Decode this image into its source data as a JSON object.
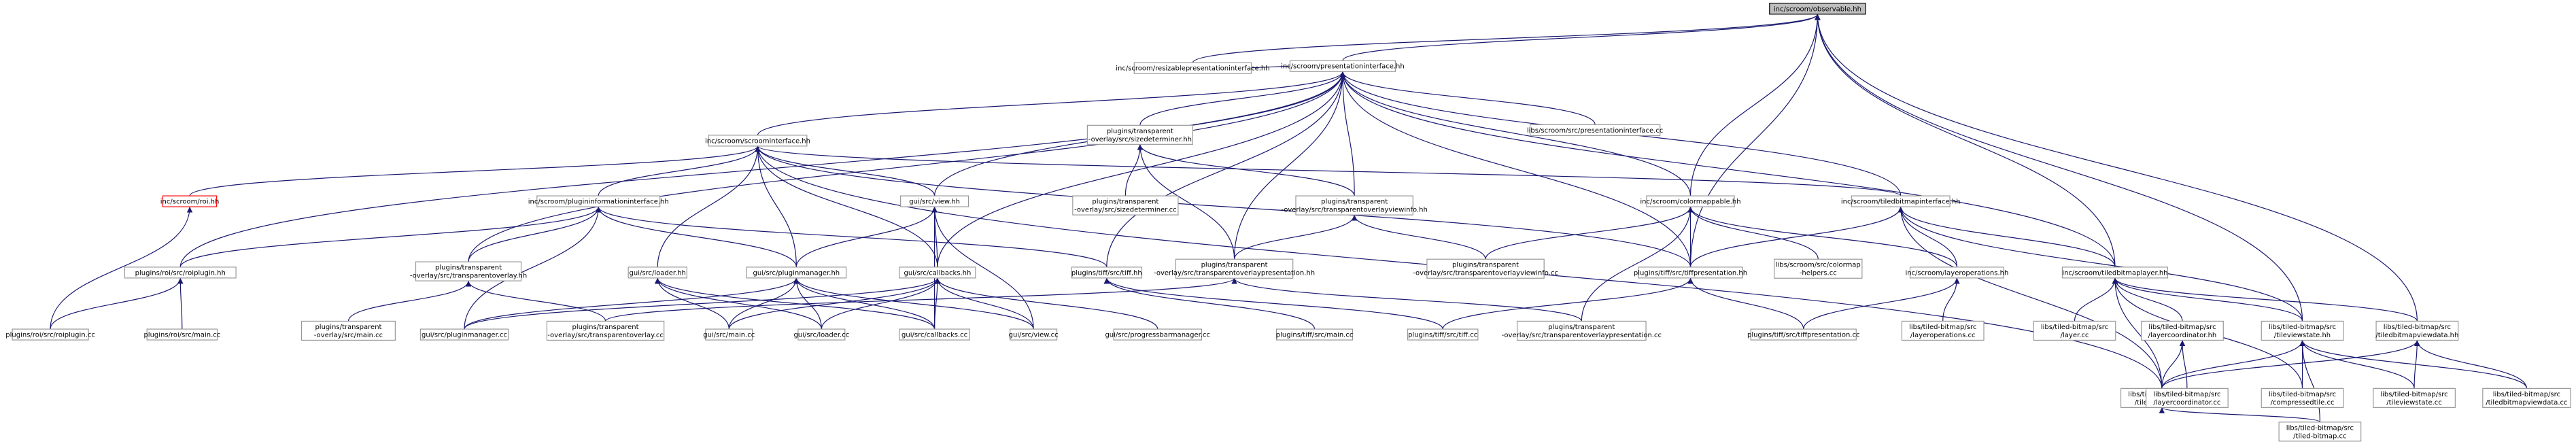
{
  "title": "inc/scroom/observable.hh",
  "colors": {
    "edge": "#191970",
    "node_border": "#999999",
    "root_fill": "#bfbfbf",
    "missing_border": "#ff0000"
  },
  "nodes": [
    {
      "id": "observable",
      "label": [
        "inc/scroom/observable.hh"
      ],
      "kind": "root"
    },
    {
      "id": "resizable",
      "label": [
        "inc/scroom/resizablepresentationinterface.hh"
      ]
    },
    {
      "id": "presentationinterface",
      "label": [
        "inc/scroom/presentationinterface.hh"
      ]
    },
    {
      "id": "scroominterface",
      "label": [
        "inc/scroom/scroominterface.hh"
      ]
    },
    {
      "id": "sizedeterminer",
      "label": [
        "plugins/transparent",
        "-overlay/src/sizedeterminer.hh"
      ]
    },
    {
      "id": "libs_pi_cc",
      "label": [
        "libs/scroom/src/presentationinterface.cc"
      ]
    },
    {
      "id": "roi",
      "label": [
        "inc/scroom/roi.hh"
      ],
      "kind": "red"
    },
    {
      "id": "plugininfo",
      "label": [
        "inc/scroom/plugininformationinterface.hh"
      ]
    },
    {
      "id": "view_hh",
      "label": [
        "gui/src/view.hh"
      ]
    },
    {
      "id": "sizedeterminer_cc",
      "label": [
        "plugins/transparent",
        "-overlay/src/sizedeterminer.cc"
      ]
    },
    {
      "id": "tovi_hh",
      "label": [
        "plugins/transparent",
        "-overlay/src/transparentoverlayviewinfo.hh"
      ]
    },
    {
      "id": "colormappable",
      "label": [
        "inc/scroom/colormappable.hh"
      ]
    },
    {
      "id": "tiledbitmapinterface",
      "label": [
        "inc/scroom/tiledbitmapinterface.hh"
      ]
    },
    {
      "id": "roiplugin_hh",
      "label": [
        "plugins/roi/src/roiplugin.hh"
      ]
    },
    {
      "id": "to_hh",
      "label": [
        "plugins/transparent",
        "-overlay/src/transparentoverlay.hh"
      ]
    },
    {
      "id": "loader_hh",
      "label": [
        "gui/src/loader.hh"
      ]
    },
    {
      "id": "pluginmanager_hh",
      "label": [
        "gui/src/pluginmanager.hh"
      ]
    },
    {
      "id": "callbacks_hh",
      "label": [
        "gui/src/callbacks.hh"
      ]
    },
    {
      "id": "tiff_hh",
      "label": [
        "plugins/tiff/src/tiff.hh"
      ]
    },
    {
      "id": "top_hh",
      "label": [
        "plugins/transparent",
        "-overlay/src/transparentoverlaypresentation.hh"
      ]
    },
    {
      "id": "tovi_cc",
      "label": [
        "plugins/transparent",
        "-overlay/src/transparentoverlayviewinfo.cc"
      ]
    },
    {
      "id": "tiffpres_hh",
      "label": [
        "plugins/tiff/src/tiffpresentation.hh"
      ]
    },
    {
      "id": "colormap_helpers",
      "label": [
        "libs/scroom/src/colormap",
        "-helpers.cc"
      ]
    },
    {
      "id": "layeroperations_hh",
      "label": [
        "inc/scroom/layeroperations.hh"
      ]
    },
    {
      "id": "tiledbitmaplayer",
      "label": [
        "inc/scroom/tiledbitmaplayer.hh"
      ]
    },
    {
      "id": "roiplugin_cc",
      "label": [
        "plugins/roi/src/roiplugin.cc"
      ]
    },
    {
      "id": "roi_main_cc",
      "label": [
        "plugins/roi/src/main.cc"
      ]
    },
    {
      "id": "to_main_cc",
      "label": [
        "plugins/transparent",
        "-overlay/src/main.cc"
      ]
    },
    {
      "id": "pluginmanager_cc",
      "label": [
        "gui/src/pluginmanager.cc"
      ]
    },
    {
      "id": "to_cc",
      "label": [
        "plugins/transparent",
        "-overlay/src/transparentoverlay.cc"
      ]
    },
    {
      "id": "gui_main_cc",
      "label": [
        "gui/src/main.cc"
      ]
    },
    {
      "id": "loader_cc",
      "label": [
        "gui/src/loader.cc"
      ]
    },
    {
      "id": "callbacks_cc",
      "label": [
        "gui/src/callbacks.cc"
      ]
    },
    {
      "id": "view_cc",
      "label": [
        "gui/src/view.cc"
      ]
    },
    {
      "id": "progressbar_cc",
      "label": [
        "gui/src/progressbarmanager.cc"
      ]
    },
    {
      "id": "tiff_main_cc",
      "label": [
        "plugins/tiff/src/main.cc"
      ]
    },
    {
      "id": "tiff_cc",
      "label": [
        "plugins/tiff/src/tiff.cc"
      ]
    },
    {
      "id": "top_cc",
      "label": [
        "plugins/transparent",
        "-overlay/src/transparentoverlaypresentation.cc"
      ]
    },
    {
      "id": "tiffpres_cc",
      "label": [
        "plugins/tiff/src/tiffpresentation.cc"
      ]
    },
    {
      "id": "layeroperations_cc",
      "label": [
        "libs/tiled-bitmap/src",
        "/layeroperations.cc"
      ]
    },
    {
      "id": "layer_cc",
      "label": [
        "libs/tiled-bitmap/src",
        "/layer.cc"
      ]
    },
    {
      "id": "layercoordinator_hh",
      "label": [
        "libs/tiled-bitmap/src",
        "/layercoordinator.hh"
      ]
    },
    {
      "id": "tileviewstate_hh",
      "label": [
        "libs/tiled-bitmap/src",
        "/tileviewstate.hh"
      ]
    },
    {
      "id": "tiledbitmapviewdata_hh",
      "label": [
        "libs/tiled-bitmap/src",
        "/tiledbitmapviewdata.hh"
      ]
    },
    {
      "id": "tiledbitmap_hh",
      "label": [
        "libs/tiled-bitmap/src",
        "/tiled-bitmap.hh"
      ]
    },
    {
      "id": "layercoordinator_cc",
      "label": [
        "libs/tiled-bitmap/src",
        "/layercoordinator.cc"
      ]
    },
    {
      "id": "compressedtile_cc",
      "label": [
        "libs/tiled-bitmap/src",
        "/compressedtile.cc"
      ]
    },
    {
      "id": "tileviewstate_cc",
      "label": [
        "libs/tiled-bitmap/src",
        "/tileviewstate.cc"
      ]
    },
    {
      "id": "tiledbitmapviewdata_cc",
      "label": [
        "libs/tiled-bitmap/src",
        "/tiledbitmapviewdata.cc"
      ]
    },
    {
      "id": "tiledbitmap_cc",
      "label": [
        "libs/tiled-bitmap/src",
        "/tiled-bitmap.cc"
      ]
    }
  ],
  "edges": [
    [
      "observable",
      "resizable"
    ],
    [
      "observable",
      "presentationinterface"
    ],
    [
      "observable",
      "colormappable"
    ],
    [
      "observable",
      "tiffpres_hh"
    ],
    [
      "observable",
      "tiledbitmaplayer"
    ],
    [
      "observable",
      "tileviewstate_hh"
    ],
    [
      "observable",
      "tiledbitmapviewdata_hh"
    ],
    [
      "resizable",
      "presentationinterface"
    ],
    [
      "presentationinterface",
      "scroominterface"
    ],
    [
      "presentationinterface",
      "sizedeterminer"
    ],
    [
      "presentationinterface",
      "libs_pi_cc"
    ],
    [
      "presentationinterface",
      "view_hh"
    ],
    [
      "presentationinterface",
      "tovi_hh"
    ],
    [
      "presentationinterface",
      "colormappable"
    ],
    [
      "presentationinterface",
      "tiledbitmapinterface"
    ],
    [
      "presentationinterface",
      "roiplugin_hh"
    ],
    [
      "presentationinterface",
      "to_hh"
    ],
    [
      "presentationinterface",
      "callbacks_hh"
    ],
    [
      "presentationinterface",
      "tiff_hh"
    ],
    [
      "presentationinterface",
      "top_hh"
    ],
    [
      "presentationinterface",
      "tiffpres_hh"
    ],
    [
      "presentationinterface",
      "tiledbitmaplayer"
    ],
    [
      "scroominterface",
      "roi"
    ],
    [
      "scroominterface",
      "plugininfo"
    ],
    [
      "scroominterface",
      "view_hh"
    ],
    [
      "scroominterface",
      "loader_hh"
    ],
    [
      "scroominterface",
      "pluginmanager_hh"
    ],
    [
      "scroominterface",
      "callbacks_hh"
    ],
    [
      "scroominterface",
      "tiledbitmapinterface"
    ],
    [
      "scroominterface",
      "tiffpres_hh"
    ],
    [
      "scroominterface",
      "tiledbitmap_hh"
    ],
    [
      "sizedeterminer",
      "sizedeterminer_cc"
    ],
    [
      "sizedeterminer",
      "tovi_hh"
    ],
    [
      "sizedeterminer",
      "top_hh"
    ],
    [
      "roi",
      "roiplugin_cc"
    ],
    [
      "plugininfo",
      "roiplugin_hh"
    ],
    [
      "plugininfo",
      "to_hh"
    ],
    [
      "plugininfo",
      "pluginmanager_hh"
    ],
    [
      "plugininfo",
      "tiff_hh"
    ],
    [
      "plugininfo",
      "pluginmanager_cc"
    ],
    [
      "view_hh",
      "pluginmanager_hh"
    ],
    [
      "view_hh",
      "callbacks_hh"
    ],
    [
      "view_hh",
      "view_cc"
    ],
    [
      "view_hh",
      "callbacks_cc"
    ],
    [
      "tovi_hh",
      "top_hh"
    ],
    [
      "tovi_hh",
      "tovi_cc"
    ],
    [
      "colormappable",
      "tovi_cc"
    ],
    [
      "colormappable",
      "tiffpres_hh"
    ],
    [
      "colormappable",
      "colormap_helpers"
    ],
    [
      "colormappable",
      "layeroperations_hh"
    ],
    [
      "colormappable",
      "top_cc"
    ],
    [
      "tiledbitmapinterface",
      "tiffpres_hh"
    ],
    [
      "tiledbitmapinterface",
      "layeroperations_hh"
    ],
    [
      "tiledbitmapinterface",
      "tiledbitmaplayer"
    ],
    [
      "tiledbitmapinterface",
      "tiledbitmap_hh"
    ],
    [
      "tiledbitmapinterface",
      "tileviewstate_hh"
    ],
    [
      "roiplugin_hh",
      "roiplugin_cc"
    ],
    [
      "roiplugin_hh",
      "roi_main_cc"
    ],
    [
      "to_hh",
      "to_main_cc"
    ],
    [
      "to_hh",
      "to_cc"
    ],
    [
      "loader_hh",
      "gui_main_cc"
    ],
    [
      "loader_hh",
      "loader_cc"
    ],
    [
      "loader_hh",
      "callbacks_cc"
    ],
    [
      "pluginmanager_hh",
      "pluginmanager_cc"
    ],
    [
      "pluginmanager_hh",
      "gui_main_cc"
    ],
    [
      "pluginmanager_hh",
      "loader_cc"
    ],
    [
      "pluginmanager_hh",
      "callbacks_cc"
    ],
    [
      "pluginmanager_hh",
      "view_cc"
    ],
    [
      "callbacks_hh",
      "pluginmanager_cc"
    ],
    [
      "callbacks_hh",
      "gui_main_cc"
    ],
    [
      "callbacks_hh",
      "loader_cc"
    ],
    [
      "callbacks_hh",
      "callbacks_cc"
    ],
    [
      "callbacks_hh",
      "view_cc"
    ],
    [
      "callbacks_hh",
      "progressbar_cc"
    ],
    [
      "tiff_hh",
      "tiff_main_cc"
    ],
    [
      "tiff_hh",
      "tiff_cc"
    ],
    [
      "top_hh",
      "to_cc"
    ],
    [
      "top_hh",
      "top_cc"
    ],
    [
      "tiffpres_hh",
      "tiff_cc"
    ],
    [
      "tiffpres_hh",
      "tiffpres_cc"
    ],
    [
      "layeroperations_hh",
      "tiffpres_cc"
    ],
    [
      "layeroperations_hh",
      "layeroperations_cc"
    ],
    [
      "tiledbitmaplayer",
      "layer_cc"
    ],
    [
      "tiledbitmaplayer",
      "layercoordinator_hh"
    ],
    [
      "tiledbitmaplayer",
      "tileviewstate_hh"
    ],
    [
      "tiledbitmaplayer",
      "tiledbitmapviewdata_hh"
    ],
    [
      "tiledbitmaplayer",
      "tiledbitmap_hh"
    ],
    [
      "tiledbitmaplayer",
      "compressedtile_cc"
    ],
    [
      "layercoordinator_hh",
      "tiledbitmap_hh"
    ],
    [
      "layercoordinator_hh",
      "layercoordinator_cc"
    ],
    [
      "tileviewstate_hh",
      "tiledbitmap_hh"
    ],
    [
      "tileviewstate_hh",
      "compressedtile_cc"
    ],
    [
      "tileviewstate_hh",
      "tileviewstate_cc"
    ],
    [
      "tileviewstate_hh",
      "tiledbitmapviewdata_cc"
    ],
    [
      "tileviewstate_hh",
      "tiledbitmap_cc"
    ],
    [
      "tiledbitmapviewdata_hh",
      "tiledbitmap_hh"
    ],
    [
      "tiledbitmapviewdata_hh",
      "tileviewstate_cc"
    ],
    [
      "tiledbitmapviewdata_hh",
      "tiledbitmapviewdata_cc"
    ],
    [
      "tiledbitmap_hh",
      "tiledbitmap_cc"
    ]
  ]
}
